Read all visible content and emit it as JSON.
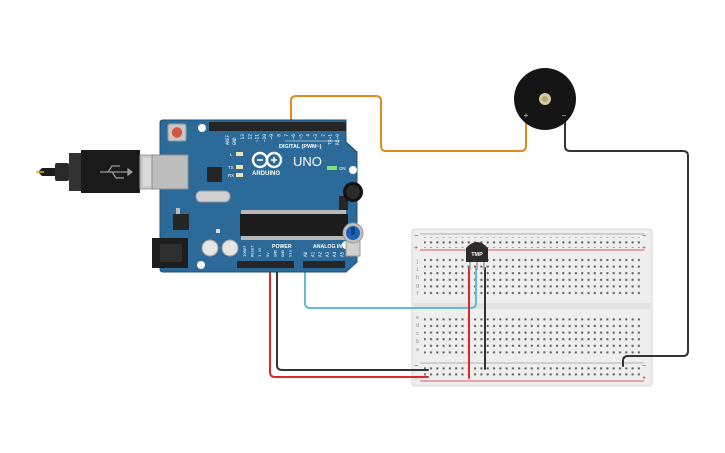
{
  "board": {
    "brand": "ARDUINO",
    "model": "UNO",
    "digital_label": "DIGITAL (PWM~)",
    "power_label": "POWER",
    "analog_label": "ANALOG IN",
    "on_label": "ON",
    "tx_label": "TX",
    "rx_label": "RX",
    "l_label": "L",
    "aref_label": "AREF",
    "gnd_label": "GND",
    "digital_pins": [
      "13",
      "12",
      "~11",
      "~10",
      "~9",
      "8",
      "7",
      "~6",
      "~5",
      "4",
      "~3",
      "2",
      "TX→1",
      "RX←0"
    ],
    "power_pins": [
      "IOREF",
      "RESET",
      "3.3V",
      "5V",
      "GND",
      "GND",
      "Vin"
    ],
    "analog_pins": [
      "A0",
      "A1",
      "A2",
      "A3",
      "A4",
      "A5"
    ]
  },
  "sensor": {
    "label": "TMP"
  },
  "buzzer": {
    "plus": "+",
    "minus": "−"
  },
  "breadboard": {
    "plus": "+",
    "minus": "−",
    "rows_top": [
      "j",
      "i",
      "h",
      "g",
      "f"
    ],
    "rows_bottom": [
      "e",
      "d",
      "c",
      "b",
      "a"
    ]
  },
  "colors": {
    "board": "#2c6a9a",
    "board_dark": "#1f4f76",
    "wire_orange": "#e08a1e",
    "wire_black": "#333333",
    "wire_red": "#d42a2a",
    "wire_cyan": "#5fbcd3",
    "breadboard": "#efefef"
  }
}
